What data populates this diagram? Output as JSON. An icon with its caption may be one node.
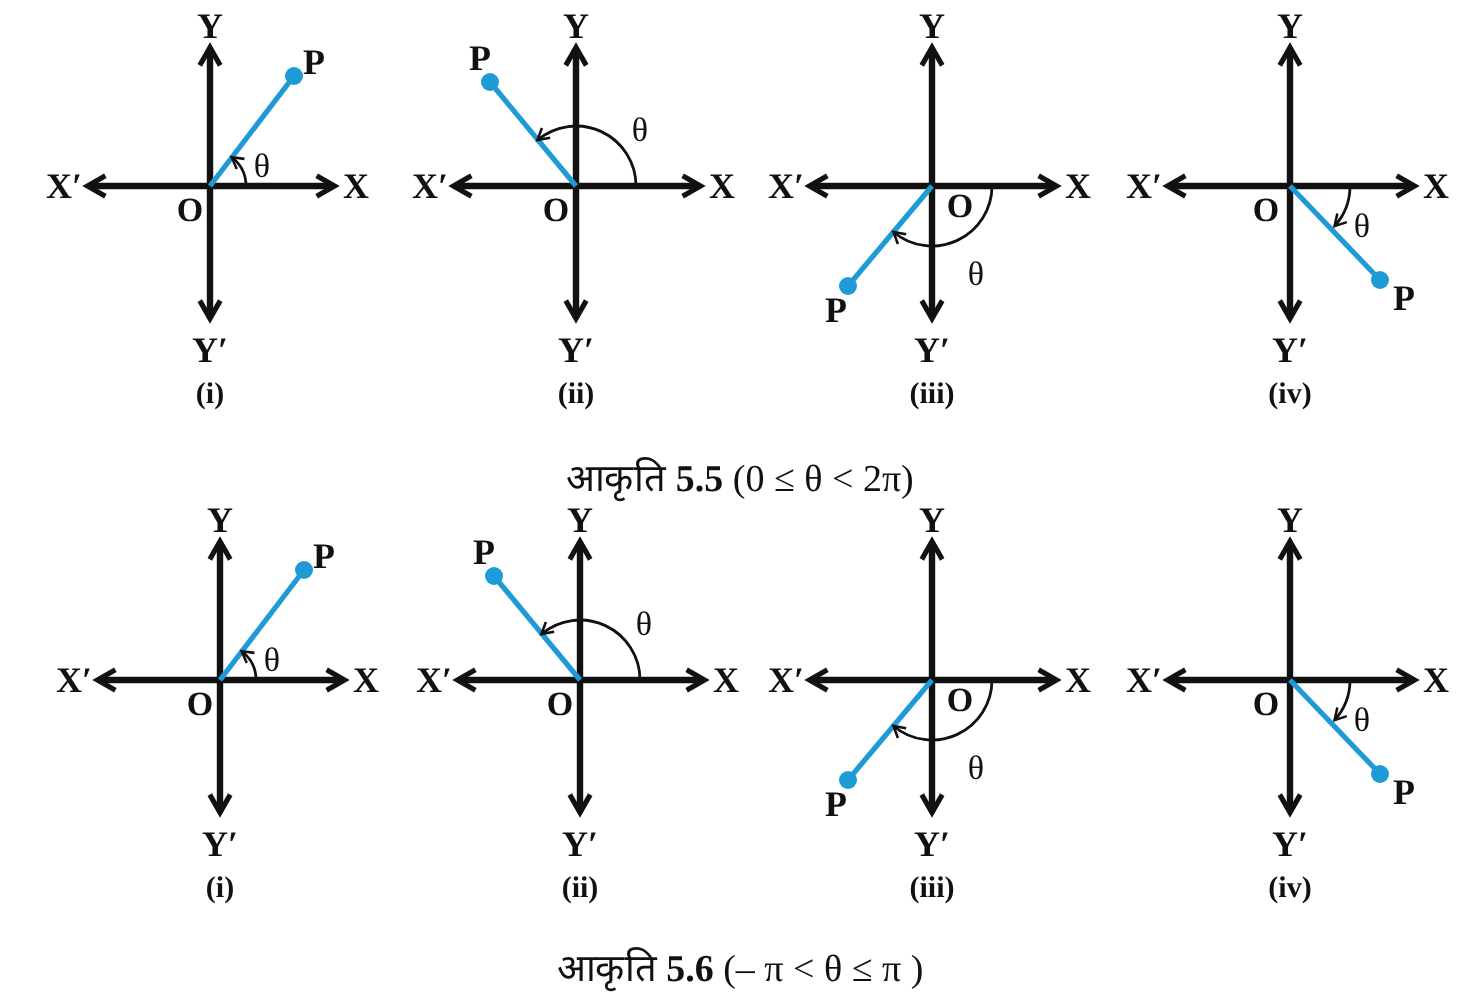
{
  "diagram": {
    "labels": [
      "Y",
      "X′",
      "O",
      "X",
      "Y′",
      "P",
      "θ",
      "(i)",
      "Y",
      "X′",
      "O",
      "X",
      "Y′",
      "P",
      "θ",
      "(ii)",
      "Y",
      "X′",
      "O",
      "X",
      "Y′",
      "P",
      "θ",
      "(iii)",
      "Y",
      "X′",
      "O",
      "X",
      "Y′",
      "P",
      "θ",
      "(iv)",
      "आकृति **5.5** (0 ≤ θ < 2π)",
      "Y",
      "X′",
      "O",
      "X",
      "Y′",
      "P",
      "θ",
      "(i)",
      "Y",
      "X′",
      "O",
      "X",
      "Y′",
      "P",
      "θ",
      "(ii)",
      "Y",
      "X′",
      "O",
      "X",
      "Y′",
      "P",
      "θ",
      "(iii)",
      "Y",
      "X′",
      "O",
      "X",
      "Y′",
      "P",
      "θ",
      "(iv)",
      "आकृति **5.6** (– π < θ ≤ π )"
    ]
  }
}
